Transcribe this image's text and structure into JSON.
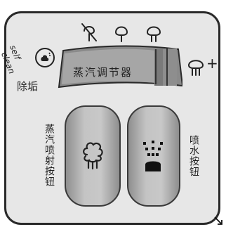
{
  "dial": {
    "label": "蒸汽调节器",
    "plus": "+"
  },
  "self_clean": {
    "label": "self clean",
    "label_line1": "self",
    "label_line2": "clean",
    "cn_label": "除垢"
  },
  "steam_button": {
    "label": "蒸汽喷射按钮"
  },
  "spray_button": {
    "label": "喷水按钮"
  },
  "icons": [
    "no-steam-icon",
    "steam-low-icon",
    "steam-high-icon",
    "steam-max-icon",
    "self-clean-icon",
    "steam-burst-icon",
    "water-spray-icon"
  ]
}
